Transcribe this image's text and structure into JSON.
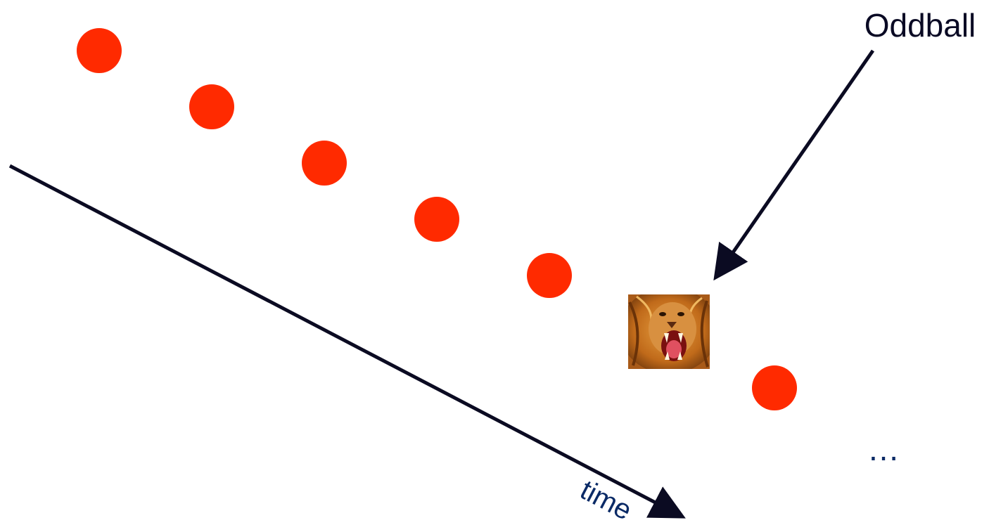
{
  "labels": {
    "oddball": "Oddball",
    "time": "time",
    "ellipsis": "…"
  },
  "colors": {
    "standard_stimulus": "#ff2a00",
    "arrow": "#0b0b22",
    "oddball_label": "#0a0a24",
    "time_label": "#0a2a66",
    "ellipsis": "#0a2a66"
  },
  "sequence": [
    {
      "kind": "standard",
      "shape": "red-circle"
    },
    {
      "kind": "standard",
      "shape": "red-circle"
    },
    {
      "kind": "standard",
      "shape": "red-circle"
    },
    {
      "kind": "standard",
      "shape": "red-circle"
    },
    {
      "kind": "standard",
      "shape": "red-circle"
    },
    {
      "kind": "oddball",
      "shape": "lion-face-image"
    },
    {
      "kind": "standard",
      "shape": "red-circle"
    }
  ]
}
